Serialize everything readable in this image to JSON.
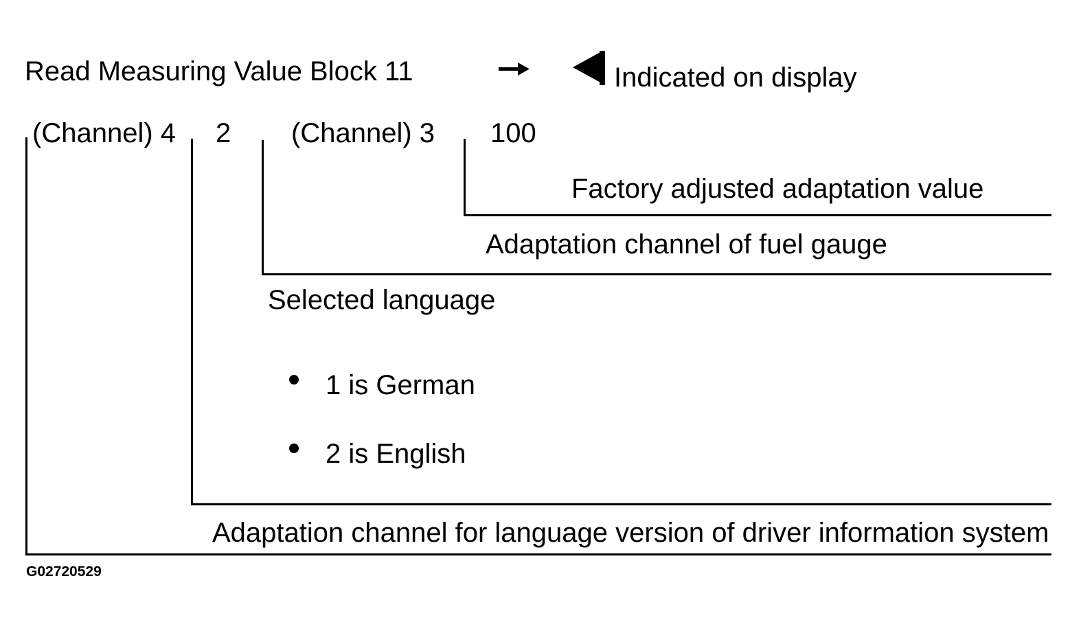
{
  "header": {
    "title": "Read Measuring Value Block 11",
    "legend_label": "Indicated on display",
    "arrow_icon": "right-arrow-icon",
    "indicator_icon": "left-triangle-indicator-icon"
  },
  "display": {
    "channel_a_label": "(Channel) 4",
    "channel_a_value": "2",
    "channel_b_label": "(Channel) 3",
    "channel_b_value": "100"
  },
  "callouts": {
    "factory_value": "Factory adjusted adaptation value",
    "fuel_gauge": "Adaptation channel of fuel gauge",
    "selected_language": "Selected language",
    "language_options": [
      "1 is German",
      "2 is English"
    ],
    "language_version": "Adaptation channel for language version of driver information system"
  },
  "figure_id": "G02720529"
}
